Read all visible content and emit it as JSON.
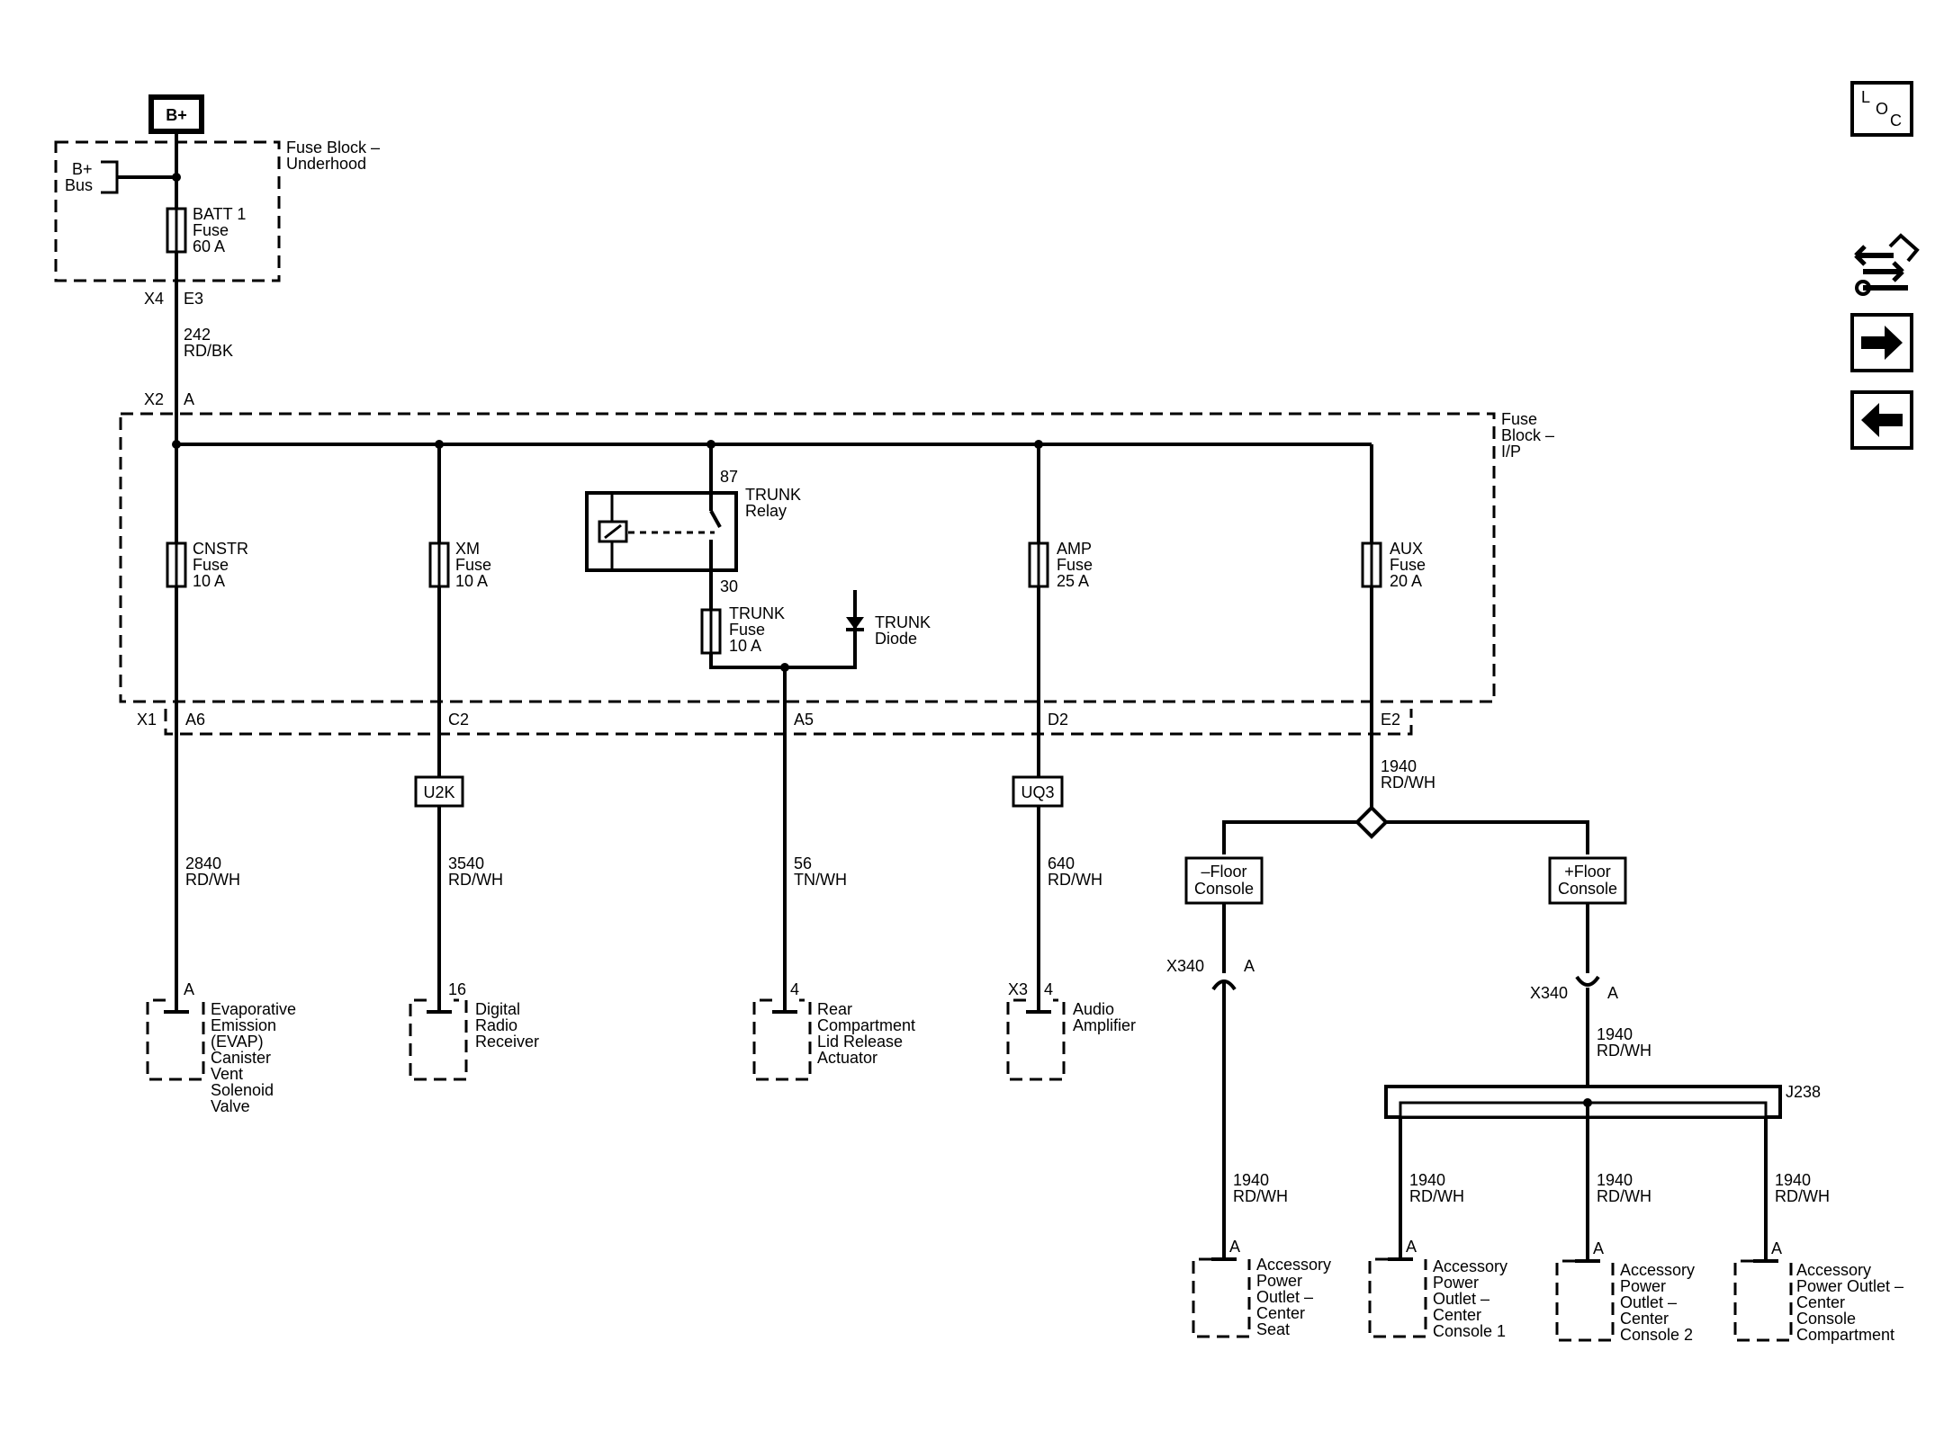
{
  "battery_label": "B+",
  "fuse_block_underhood": [
    "Fuse Block –",
    "Underhood"
  ],
  "bplus_bus": [
    "B+",
    "Bus"
  ],
  "batt1_fuse": [
    "BATT 1",
    "Fuse",
    "60 A"
  ],
  "x4": "X4",
  "e3": "E3",
  "wire_242": [
    "242",
    "RD/BK"
  ],
  "x2": "X2",
  "x2_pin": "A",
  "fuse_block_ip": [
    "Fuse",
    "Block –",
    "I/P"
  ],
  "cnstr_fuse": [
    "CNSTR",
    "Fuse",
    "10 A"
  ],
  "xm_fuse": [
    "XM",
    "Fuse",
    "10 A"
  ],
  "trunk_relay": [
    "TRUNK",
    "Relay"
  ],
  "relay_pin_87": "87",
  "relay_pin_30": "30",
  "trunk_fuse": [
    "TRUNK",
    "Fuse",
    "10 A"
  ],
  "trunk_diode": [
    "TRUNK",
    "Diode"
  ],
  "amp_fuse": [
    "AMP",
    "Fuse",
    "25 A"
  ],
  "aux_fuse": [
    "AUX",
    "Fuse",
    "20 A"
  ],
  "x1": "X1",
  "pins": {
    "a6": "A6",
    "c2": "C2",
    "a5": "A5",
    "d2": "D2",
    "e2": "E2"
  },
  "option_u2k": "U2K",
  "option_uq3": "UQ3",
  "wire_2840": [
    "2840",
    "RD/WH"
  ],
  "wire_3540": [
    "3540",
    "RD/WH"
  ],
  "wire_56": [
    "56",
    "TN/WH"
  ],
  "wire_640": [
    "640",
    "RD/WH"
  ],
  "wire_1940": [
    "1940",
    "RD/WH"
  ],
  "floor_console_minus": [
    "–Floor",
    "Console"
  ],
  "floor_console_plus": [
    "+Floor",
    "Console"
  ],
  "x340": "X340",
  "pin_a": "A",
  "splice_j238": "J238",
  "pin_16": "16",
  "pin_4": "4",
  "x3": "X3",
  "evap_solenoid": [
    "Evaporative",
    "Emission",
    "(EVAP)",
    "Canister",
    "Vent",
    "Solenoid",
    "Valve"
  ],
  "digital_radio": [
    "Digital",
    "Radio",
    "Receiver"
  ],
  "rear_compartment": [
    "Rear",
    "Compartment",
    "Lid Release",
    "Actuator"
  ],
  "audio_amp": [
    "Audio",
    "Amplifier"
  ],
  "outlet_center_seat": [
    "Accessory",
    "Power",
    "Outlet –",
    "Center",
    "Seat"
  ],
  "outlet_console_1": [
    "Accessory",
    "Power",
    "Outlet –",
    "Center",
    "Console 1"
  ],
  "outlet_console_2": [
    "Accessory",
    "Power",
    "Outlet –",
    "Center",
    "Console 2"
  ],
  "outlet_console_comp": [
    "Accessory",
    "Power Outlet –",
    "Center",
    "Console",
    "Compartment"
  ],
  "nav_loc": [
    "L",
    "O",
    "C"
  ],
  "icons": [
    "location-icon",
    "schematic-icon",
    "next-arrow-icon",
    "back-arrow-icon"
  ]
}
